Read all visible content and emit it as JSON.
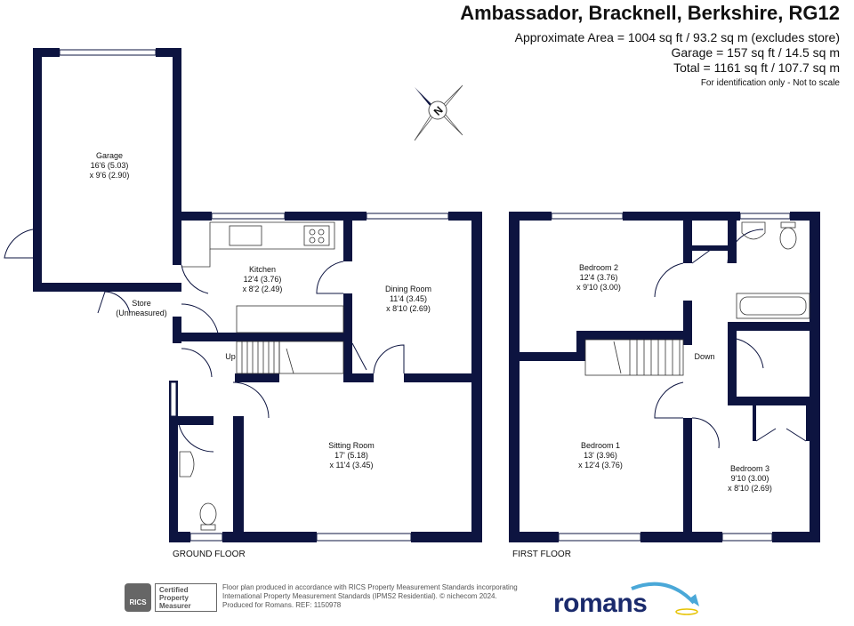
{
  "header": {
    "title": "Ambassador, Bracknell, Berkshire, RG12",
    "area_line_1": "Approximate Area = 1004 sq ft / 93.2 sq m (excludes store)",
    "area_line_2": "Garage = 157 sq ft / 14.5 sq m",
    "area_line_3": "Total = 1161 sq ft / 107.7 sq m",
    "note": "For identification only - Not to scale"
  },
  "compass": {
    "icon": "compass-north-icon",
    "label": "N"
  },
  "ground_floor": {
    "label": "GROUND FLOOR",
    "rooms": {
      "garage": {
        "name": "Garage",
        "dim1": "16'6 (5.03)",
        "dim2": "x 9'6 (2.90)"
      },
      "store": {
        "name": "Store",
        "dim1": "(Unmeasured)"
      },
      "kitchen": {
        "name": "Kitchen",
        "dim1": "12'4 (3.76)",
        "dim2": "x 8'2 (2.49)"
      },
      "dining": {
        "name": "Dining Room",
        "dim1": "11'4 (3.45)",
        "dim2": "x 8'10 (2.69)"
      },
      "sitting": {
        "name": "Sitting Room",
        "dim1": "17' (5.18)",
        "dim2": "x 11'4 (3.45)"
      }
    },
    "stairs_label": "Up"
  },
  "first_floor": {
    "label": "FIRST FLOOR",
    "rooms": {
      "bed2": {
        "name": "Bedroom 2",
        "dim1": "12'4 (3.76)",
        "dim2": "x 9'10 (3.00)"
      },
      "bed1": {
        "name": "Bedroom 1",
        "dim1": "13' (3.96)",
        "dim2": "x 12'4 (3.76)"
      },
      "bed3": {
        "name": "Bedroom 3",
        "dim1": "9'10 (3.00)",
        "dim2": "x 8'10 (2.69)"
      }
    },
    "stairs_label": "Down"
  },
  "footer": {
    "rics_badge": "RICS",
    "rics_cert_1": "Certified",
    "rics_cert_2": "Property",
    "rics_cert_3": "Measurer",
    "line_1": "Floor plan produced in accordance with RICS Property Measurement Standards incorporating",
    "line_2": "International Property Measurement Standards (IPMS2 Residential). © nichecom 2024.",
    "line_3": "Produced for Romans.   REF: 1150978",
    "logo": "romans"
  },
  "colors": {
    "wall": "#0d1440",
    "logo": "#1a2a6c",
    "logo_accent": "#4aa8d8"
  }
}
